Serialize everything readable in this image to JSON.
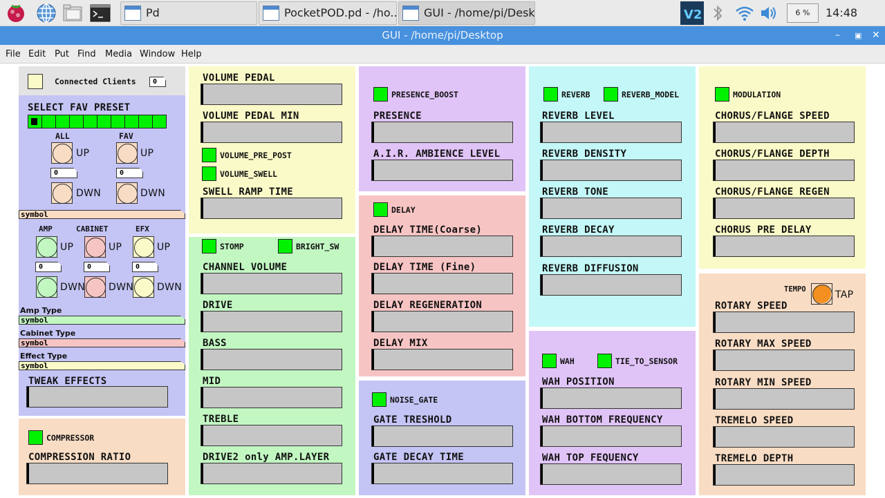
{
  "taskbar": {
    "tasks": [
      "Pd",
      "PocketPOD.pd  - /ho...",
      "GUI  - /home/pi/Desk..."
    ],
    "cpu": "6 %",
    "clock": "14:48"
  },
  "window": {
    "title": "GUI  - /home/pi/Desktop"
  },
  "menu": [
    "File",
    "Edit",
    "Put",
    "Find",
    "Media",
    "Window",
    "Help"
  ],
  "clients": {
    "label": "Connected Clients",
    "value": "0"
  },
  "fav": {
    "title": "SELECT FAV PRESET",
    "all": "ALL",
    "fav": "FAV",
    "up": "UP",
    "dwn": "DWN",
    "all_value": "0",
    "fav_value": "0",
    "symbol": "symbol"
  },
  "models": {
    "amp": "AMP",
    "cabinet": "CABINET",
    "efx": "EFX",
    "up": "UP",
    "dwn": "DWN",
    "amp_value": "0",
    "cab_value": "0",
    "efx_value": "0",
    "amp_type": "Amp Type",
    "cabinet_type": "Cabinet Type",
    "effect_type": "Effect Type",
    "symbol": "symbol",
    "tweak": "TWEAK EFFECTS"
  },
  "compressor": {
    "toggle": "COMPRESSOR",
    "ratio": "COMPRESSION RATIO"
  },
  "volume": {
    "pedal": "VOLUME PEDAL",
    "pedal_min": "VOLUME PEDAL MIN",
    "pre_post": "VOLUME_PRE_POST",
    "swell": "VOLUME_SWELL",
    "swell_ramp": "SWELL RAMP TIME"
  },
  "amp": {
    "stomp": "STOMP",
    "bright": "BRIGHT_SW",
    "channel_volume": "CHANNEL VOLUME",
    "drive": "DRIVE",
    "bass": "BASS",
    "mid": "MID",
    "treble": "TREBLE",
    "drive2": "DRIVE2 only AMP.LAYER"
  },
  "presence": {
    "boost": "PRESENCE_BOOST",
    "presence": "PRESENCE",
    "air": "A.I.R. AMBIENCE LEVEL"
  },
  "delay": {
    "toggle": "DELAY",
    "coarse": "DELAY TIME(Coarse)",
    "fine": "DELAY TIME (Fine)",
    "regen": "DELAY REGENERATION",
    "mix": "DELAY MIX"
  },
  "gate": {
    "toggle": "NOISE_GATE",
    "threshold": "GATE TRESHOLD",
    "decay": "GATE DECAY TIME"
  },
  "reverb": {
    "toggle": "REVERB",
    "model": "REVERB_MODEL",
    "level": "REVERB LEVEL",
    "density": "REVERB DENSITY",
    "tone": "REVERB TONE",
    "decay": "REVERB DECAY",
    "diffusion": "REVERB DIFFUSION"
  },
  "wah": {
    "toggle": "WAH",
    "tie": "TIE_TO_SENSOR",
    "position": "WAH POSITION",
    "bottom": "WAH BOTTOM FREQUENCY",
    "top": "WAH TOP FEQUENCY"
  },
  "modulation": {
    "toggle": "MODULATION",
    "speed": "CHORUS/FLANGE SPEED",
    "depth": "CHORUS/FLANGE DEPTH",
    "regen": "CHORUS/FLANGE REGEN",
    "predelay": "CHORUS PRE DELAY"
  },
  "rotary": {
    "tempo": "TEMPO",
    "tap": "TAP",
    "speed": "ROTARY SPEED",
    "max": "ROTARY MAX SPEED",
    "min": "ROTARY MIN SPEED",
    "trem_speed": "TREMELO SPEED",
    "trem_depth": "TREMELO DEPTH"
  },
  "colors": {
    "blue_panel": "#c4c4f5",
    "yellow_panel": "#fafac8",
    "green_panel": "#c2f7c2",
    "purple_panel": "#e1c4f7",
    "red_panel": "#f7c4c4",
    "cyan_panel": "#c4f7f7",
    "orange_panel": "#f8dcc4",
    "toggle_on": "#00f200",
    "titlebar": "#4891de"
  }
}
